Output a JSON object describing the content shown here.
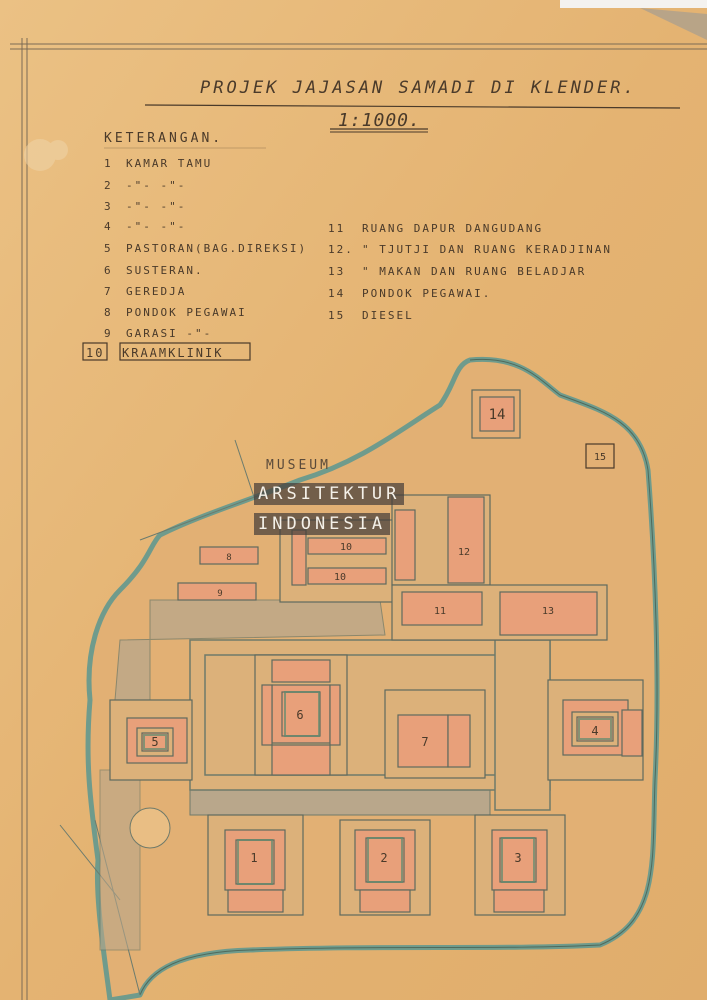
{
  "title": "PROJEK JAJASAN SAMADI DI KLENDER.",
  "scale": "1:1000.",
  "legend_heading": "KETERANGAN.",
  "legend": [
    {
      "num": "1",
      "label": "KAMAR TAMU"
    },
    {
      "num": "2",
      "label": "-\"-      -\"-"
    },
    {
      "num": "3",
      "label": "-\"-      -\"-"
    },
    {
      "num": "4",
      "label": "-\"-      -\"-"
    },
    {
      "num": "5",
      "label": "PASTORAN(BAG.DIREKSI)"
    },
    {
      "num": "6",
      "label": "SUSTERAN."
    },
    {
      "num": "7",
      "label": "GEREDJA"
    },
    {
      "num": "8",
      "label": "PONDOK PEGAWAI"
    },
    {
      "num": "9",
      "label": "GARASI   -\"-"
    },
    {
      "num": "10",
      "label": "KRAAMKLINIK"
    },
    {
      "num": "11",
      "label": "RUANG DAPUR DANGUDANG"
    },
    {
      "num": "12.",
      "label": "\"   TJUTJI DAN RUANG KERADJINAN"
    },
    {
      "num": "13",
      "label": "\"   MAKAN DAN RUANG BELADJAR"
    },
    {
      "num": "14",
      "label": "PONDOK PEGAWAI."
    },
    {
      "num": "15",
      "label": "DIESEL"
    }
  ],
  "plan_labels": [
    "1",
    "2",
    "3",
    "4",
    "5",
    "6",
    "7",
    "8",
    "9",
    "10",
    "10",
    "11",
    "12",
    "13",
    "14",
    "15"
  ],
  "watermark": {
    "line1": "MUSEUM",
    "line2": "ARSITEKTUR",
    "line3": "INDONESIA"
  },
  "colors": {
    "paper": "#e6b778",
    "building": "#e8a07a",
    "outline": "#5f6a5e",
    "boundary": "#6f9b8c"
  }
}
